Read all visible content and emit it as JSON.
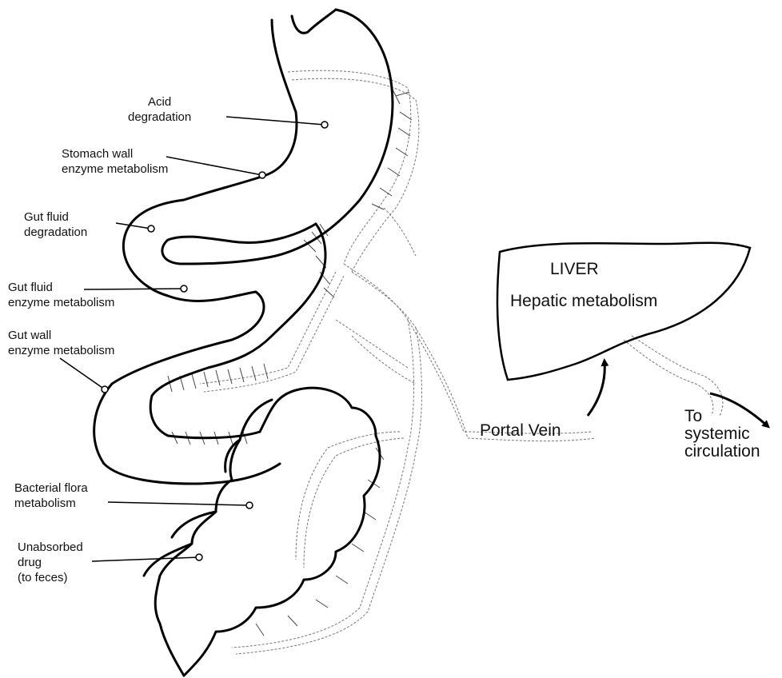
{
  "labels": {
    "acid_degradation": [
      "Acid",
      "degradation"
    ],
    "stomach_wall": [
      "Stomach wall",
      "enzyme metabolism"
    ],
    "gut_fluid_degradation": [
      "Gut fluid",
      "degradation"
    ],
    "gut_fluid_enzyme": [
      "Gut fluid",
      "enzyme metabolism"
    ],
    "gut_wall_enzyme": [
      "Gut wall",
      "enzyme metabolism"
    ],
    "bacterial_flora": [
      "Bacterial flora",
      "metabolism"
    ],
    "unabsorbed_drug": [
      "Unabsorbed",
      "drug",
      "(to feces)"
    ]
  },
  "liver": {
    "title": "LIVER",
    "subtitle": "Hepatic metabolism"
  },
  "portal_vein": "Portal Vein",
  "systemic": [
    "To",
    "systemic",
    "circulation"
  ]
}
